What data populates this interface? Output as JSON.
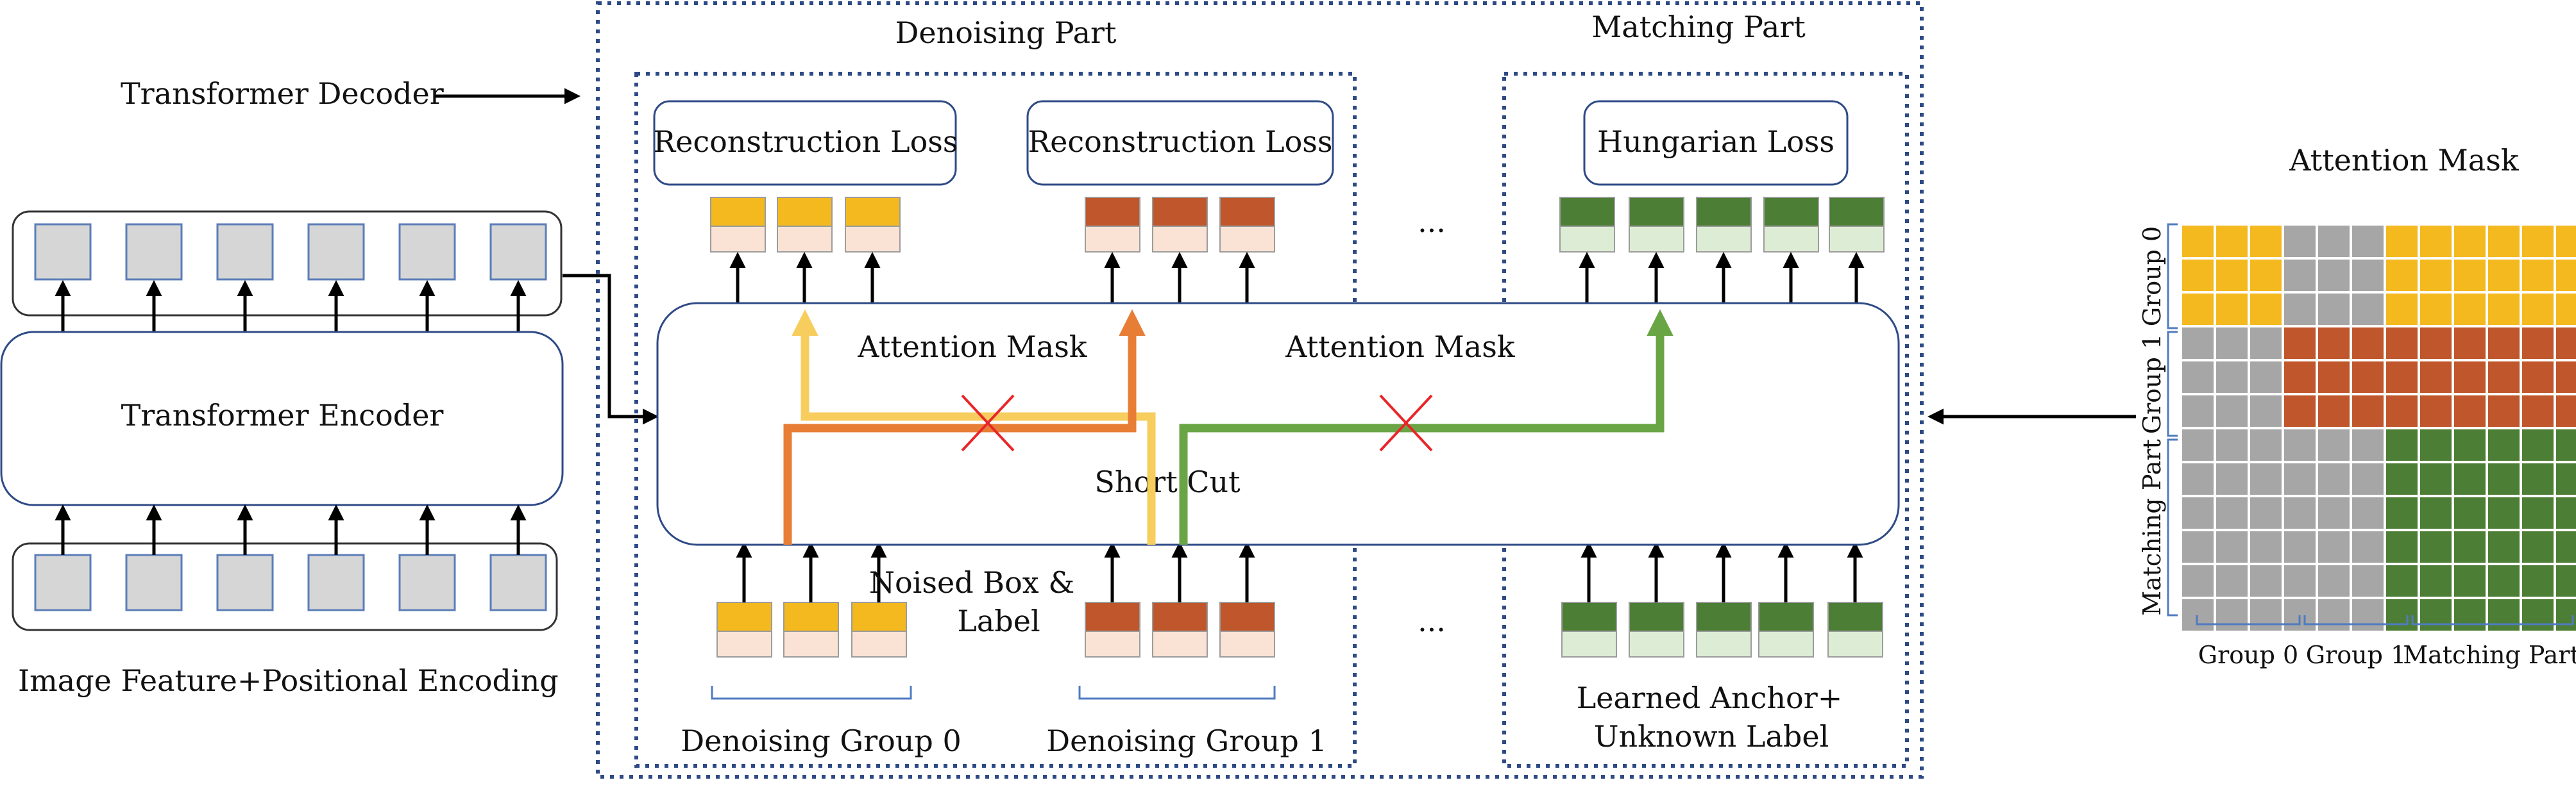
{
  "left": {
    "decoder_label": "Transformer Decoder",
    "encoder_label": "Transformer Encoder",
    "input_caption": "Image Feature+Positional Encoding"
  },
  "decoder": {
    "denoising_title": "Denoising Part",
    "matching_title": "Matching Part",
    "loss_group0": "Reconstruction Loss",
    "loss_group1": "Reconstruction Loss",
    "loss_matching": "Hungarian Loss",
    "attn_label_1": "Attention Mask",
    "attn_label_2": "Attention Mask",
    "shortcut_label": "Short Cut",
    "noised_line1": "Noised Box &",
    "noised_line2": "Label",
    "ellipsis_top": "...",
    "ellipsis_bottom": "...",
    "group0_label": "Denoising Group 0",
    "group1_label": "Denoising Group 1",
    "anchor_line1": "Learned Anchor+",
    "anchor_line2": "Unknown Label"
  },
  "mask": {
    "title": "Attention Mask",
    "row_labels": [
      "Group 0",
      "Group 1",
      "Matching Part"
    ],
    "col_labels": [
      "Group 0",
      "Group 1",
      "Matching Part"
    ]
  },
  "colors": {
    "group0": "#F4B91F",
    "group1": "#C0562B",
    "matching": "#4D7E36",
    "group0_light": "#FAE3D5",
    "matching_light": "#DDEDD5",
    "blocked": "#A6A6A6",
    "token_gray": "#D6D6D6",
    "frame_blue": "#2E4A86",
    "cross_red": "#E8262A",
    "path_orange": "#E87E35",
    "path_yellow": "#F7CD5E",
    "path_green": "#6AA545"
  }
}
